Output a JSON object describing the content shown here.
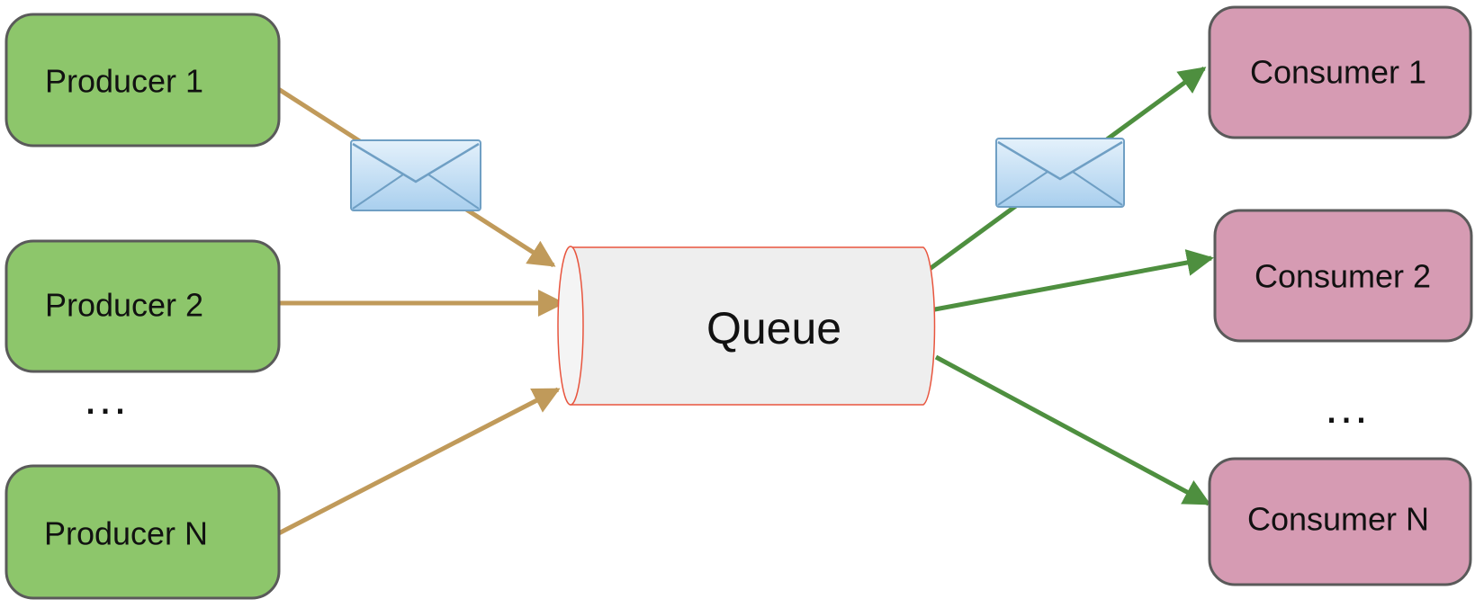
{
  "colors": {
    "producer_fill": "#8dc66b",
    "consumer_fill": "#d69bb3",
    "box_stroke": "#5a5a5a",
    "producer_arrow": "#c09a5a",
    "consumer_arrow": "#4e8f3f",
    "queue_fill": "#eeeeee",
    "queue_stroke": "#e8553e"
  },
  "producers": [
    {
      "label": "Producer 1"
    },
    {
      "label": "Producer 2"
    },
    {
      "label": "Producer N"
    }
  ],
  "producers_ellipsis": "…",
  "queue": {
    "label": "Queue"
  },
  "consumers": [
    {
      "label": "Consumer 1"
    },
    {
      "label": "Consumer 2"
    },
    {
      "label": "Consumer N"
    }
  ],
  "consumers_ellipsis": "…",
  "message_icons": [
    "envelope-icon",
    "envelope-icon"
  ]
}
